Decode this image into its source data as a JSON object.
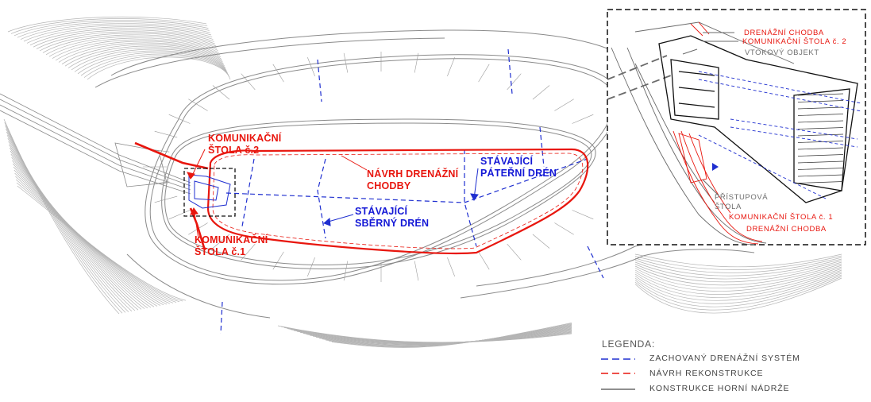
{
  "labels": {
    "komunikacni_stola_2": [
      "KOMUNIKAČNÍ",
      "ŠTOLA č.2"
    ],
    "komunikacni_stola_1": [
      "KOMUNIKAČNÍ",
      "ŠTOLA č.1"
    ],
    "navrh_drenazni_chodby": [
      "NÁVRH DRENÁŽNÍ",
      "CHODBY"
    ],
    "stavajici_paterni_dren": [
      "STÁVAJÍCÍ",
      "PÁTEŘNÍ DRÉN"
    ],
    "stavajici_sberny_dren": [
      "STÁVAJÍCÍ",
      "SBĚRNÝ DRÉN"
    ]
  },
  "inset": {
    "drenazni_chodba_top": "DRENÁŽNÍ CHODBA",
    "komunikacni_stola_2": "KOMUNIKAČNÍ ŠTOLA č. 2",
    "vtokovy_objekt": "VTOKOVÝ OBJEKT",
    "pristupova_stola": [
      "PŘÍSTUPOVÁ",
      "ŠTOLA"
    ],
    "komunikacni_stola_1": "KOMUNIKAČNÍ ŠTOLA č. 1",
    "drenazni_chodba_bottom": "DRENÁŽNÍ CHODBA"
  },
  "legend": {
    "title": "LEGENDA:",
    "items": [
      {
        "label": "ZACHOVANÝ DRENÁŽNÍ SYSTÉM",
        "style": "dashed",
        "color": "#1f2fd0"
      },
      {
        "label": "NÁVRH REKONSTRUKCE",
        "style": "dashed",
        "color": "#e8160e"
      },
      {
        "label": "KONSTRUKCE HORNÍ NÁDRŽE",
        "style": "solid",
        "color": "#6a6a6a"
      }
    ]
  },
  "colors": {
    "red": "#e8160e",
    "blue": "#1f2fd0",
    "grey": "#8a8a8a",
    "dark": "#111111"
  }
}
